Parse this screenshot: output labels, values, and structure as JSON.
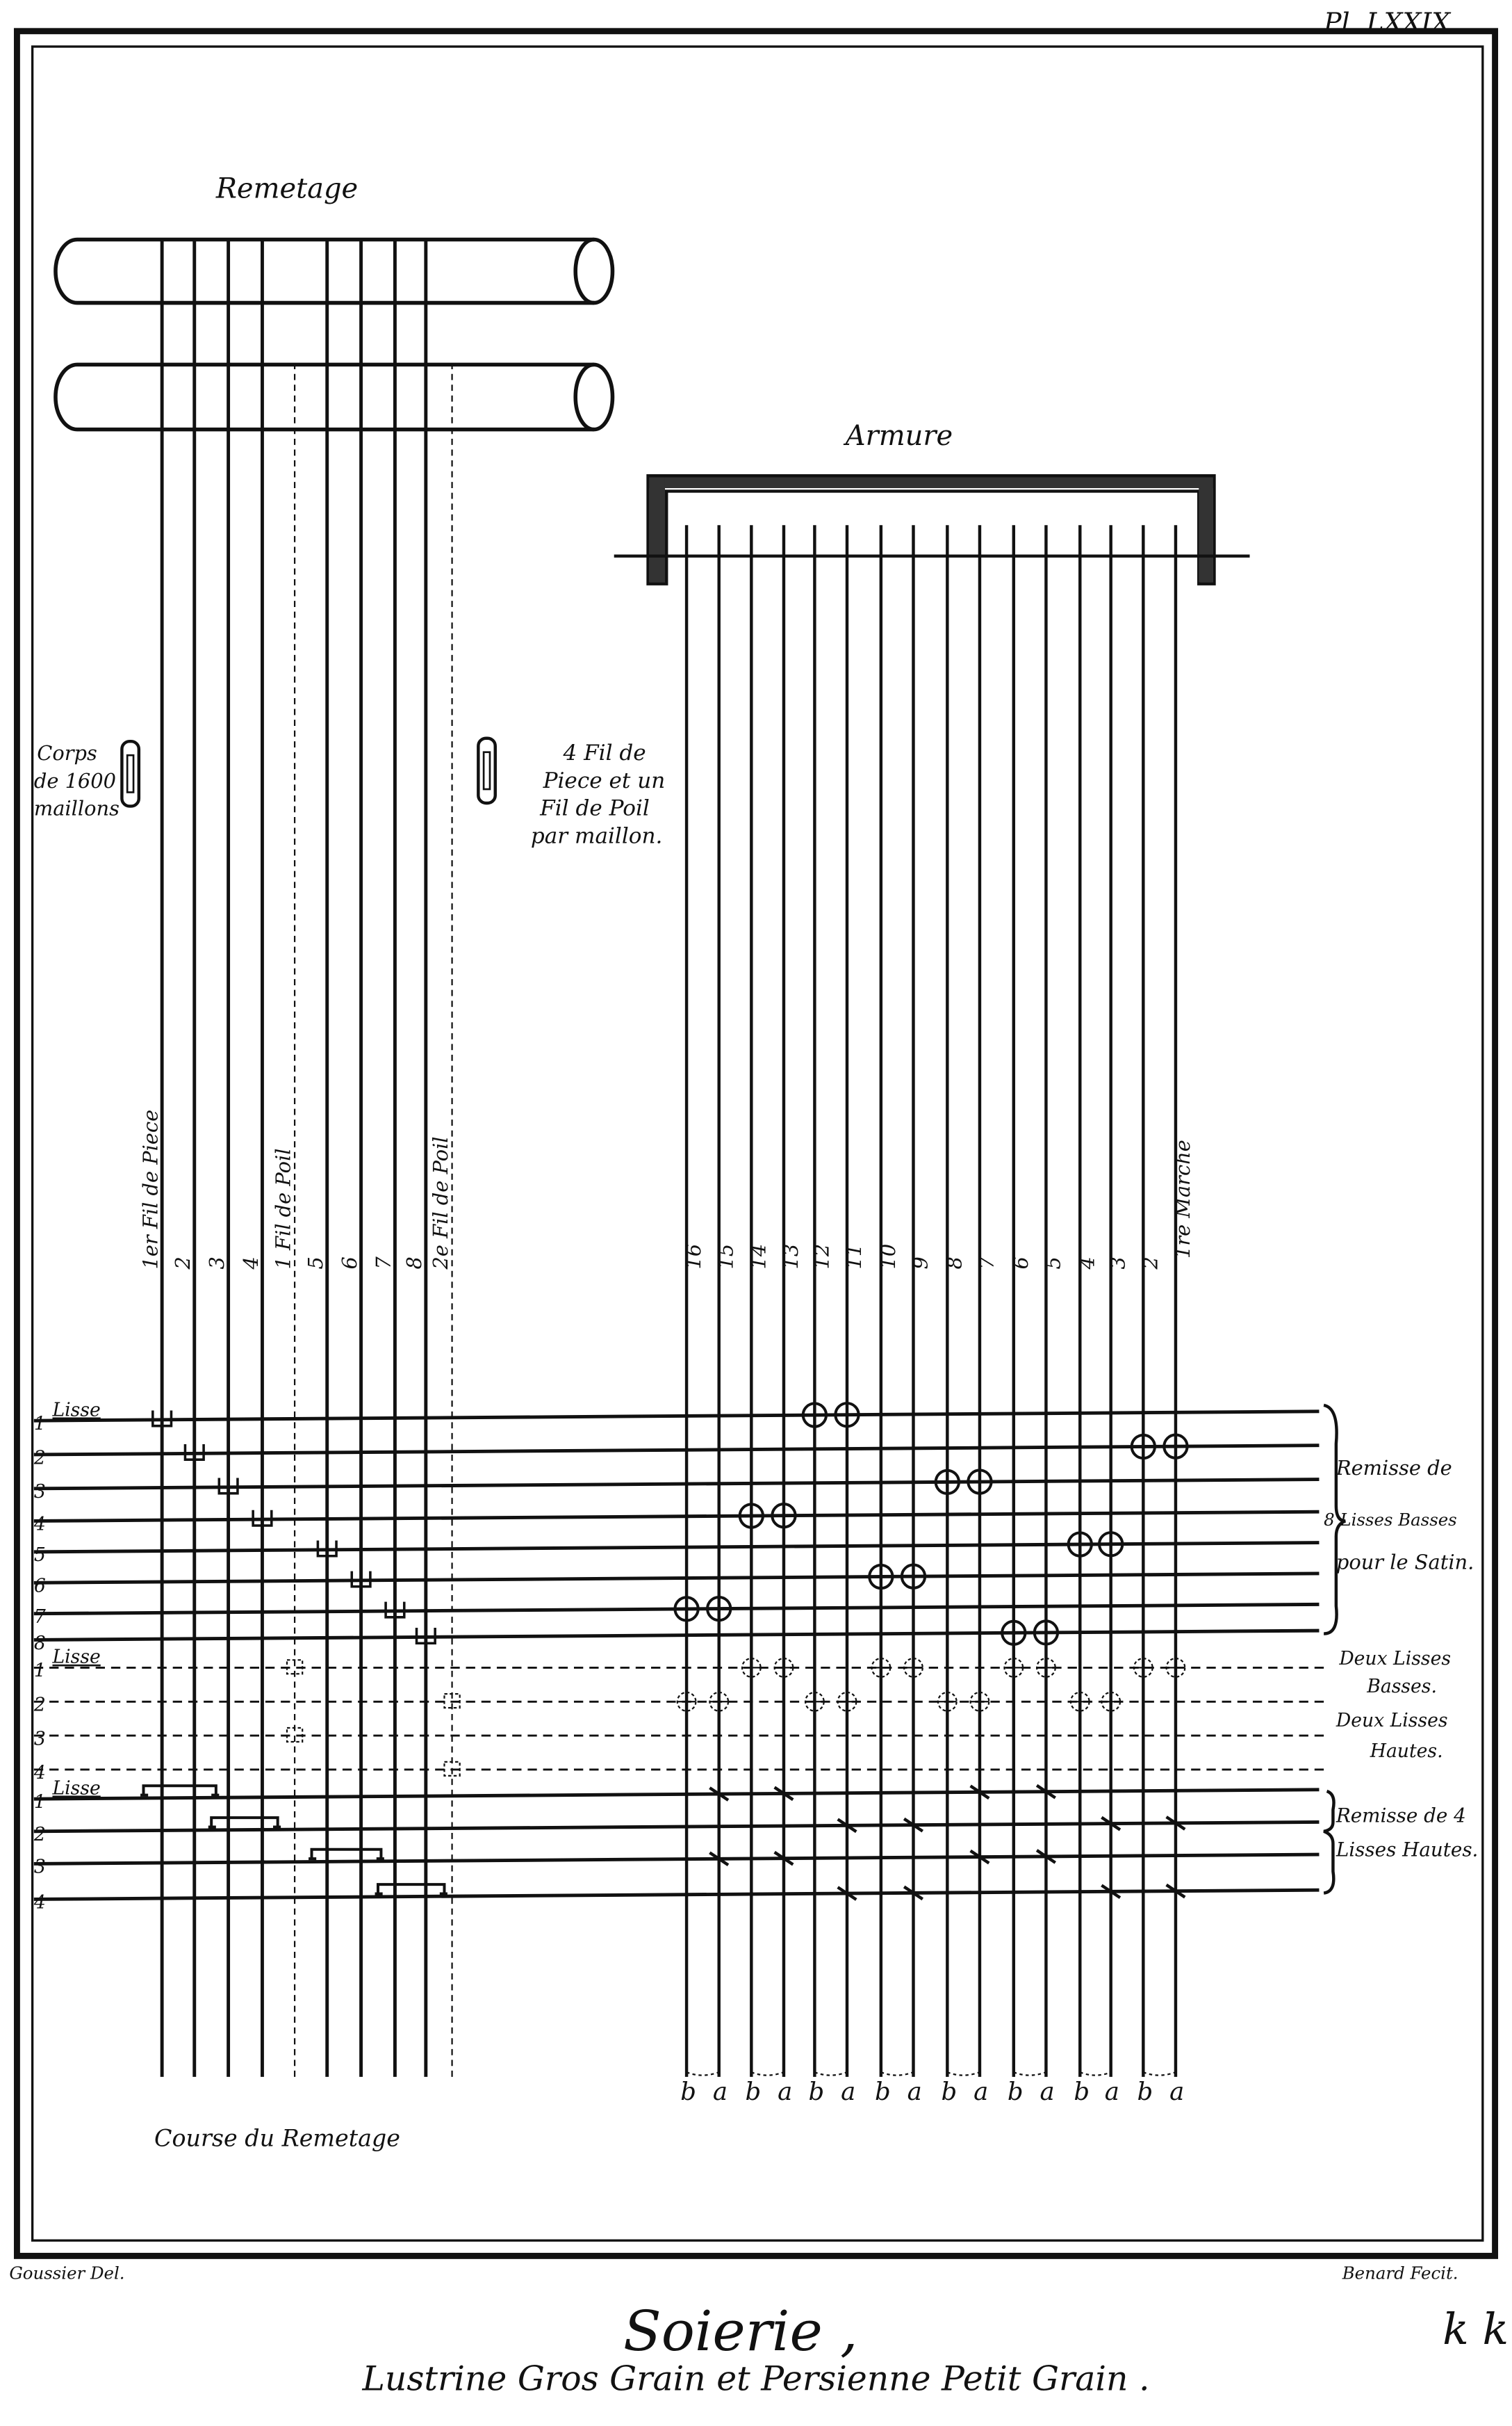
{
  "plate_number": "Pl. LXXIX.",
  "remetage": {
    "title": "Remetage",
    "thread_labels": [
      "1er Fil de Piece",
      "2",
      "3",
      "4",
      "1 Fil de Poil",
      "5",
      "6",
      "7",
      "8",
      "2e Fil de Poil"
    ],
    "course_label": "Course du Remetage"
  },
  "corps_label": [
    "Corps",
    "de 1600",
    "maillons"
  ],
  "maillon_note": [
    "4 Fil de",
    "Piece et un",
    "Fil de Poil",
    "par maillon."
  ],
  "armure": {
    "title": "Armure",
    "thread_labels": [
      "16",
      "15",
      "14",
      "13",
      "12",
      "11",
      "10",
      "9",
      "8",
      "7",
      "6",
      "5",
      "4",
      "3",
      "2",
      "1re Marche"
    ],
    "bottom_letters": [
      "b",
      "a",
      "b",
      "a",
      "b",
      "a",
      "b",
      "a",
      "b",
      "a",
      "b",
      "a",
      "b",
      "a",
      "b",
      "a"
    ]
  },
  "lisse_groups": [
    {
      "first_label": "Lisse",
      "rows": [
        "1",
        "2",
        "3",
        "4",
        "5",
        "6",
        "7",
        "8"
      ],
      "note": [
        "Remisse de",
        "8 Lisses Basses",
        "pour le Satin."
      ],
      "circles": [
        [
          4,
          5
        ],
        [
          14,
          15
        ],
        [
          8,
          9
        ],
        [
          2,
          3
        ],
        [
          12,
          13
        ],
        [
          6,
          7
        ],
        [
          0,
          1
        ],
        [
          10,
          11
        ]
      ]
    },
    {
      "first_label": "Lisse",
      "rows": [
        "1",
        "2",
        "3",
        "4"
      ],
      "note_top": [
        "Deux Lisses",
        "Basses."
      ],
      "note_bottom": [
        "Deux Lisses",
        "Hautes."
      ],
      "small_circles": [
        [
          2,
          3,
          6,
          7,
          10,
          11,
          14,
          15
        ],
        [
          0,
          1,
          4,
          5,
          8,
          9,
          12,
          13
        ],
        [],
        []
      ]
    },
    {
      "first_label": "Lisse",
      "rows": [
        "1",
        "2",
        "3",
        "4"
      ],
      "note": [
        "Remisse de 4",
        "Lisses Hautes."
      ],
      "crosses": [
        [
          1,
          3,
          9,
          11
        ],
        [
          5,
          7,
          13,
          15
        ],
        [
          1,
          3,
          9,
          11
        ],
        [
          5,
          7,
          13,
          15
        ]
      ]
    }
  ],
  "credits": {
    "left": "Goussier Del.",
    "right": "Benard Fecit."
  },
  "footer": {
    "title": "Soierie ,",
    "subtitle": "Lustrine Gros Grain et Persienne Petit Grain .",
    "signature": "k k"
  }
}
